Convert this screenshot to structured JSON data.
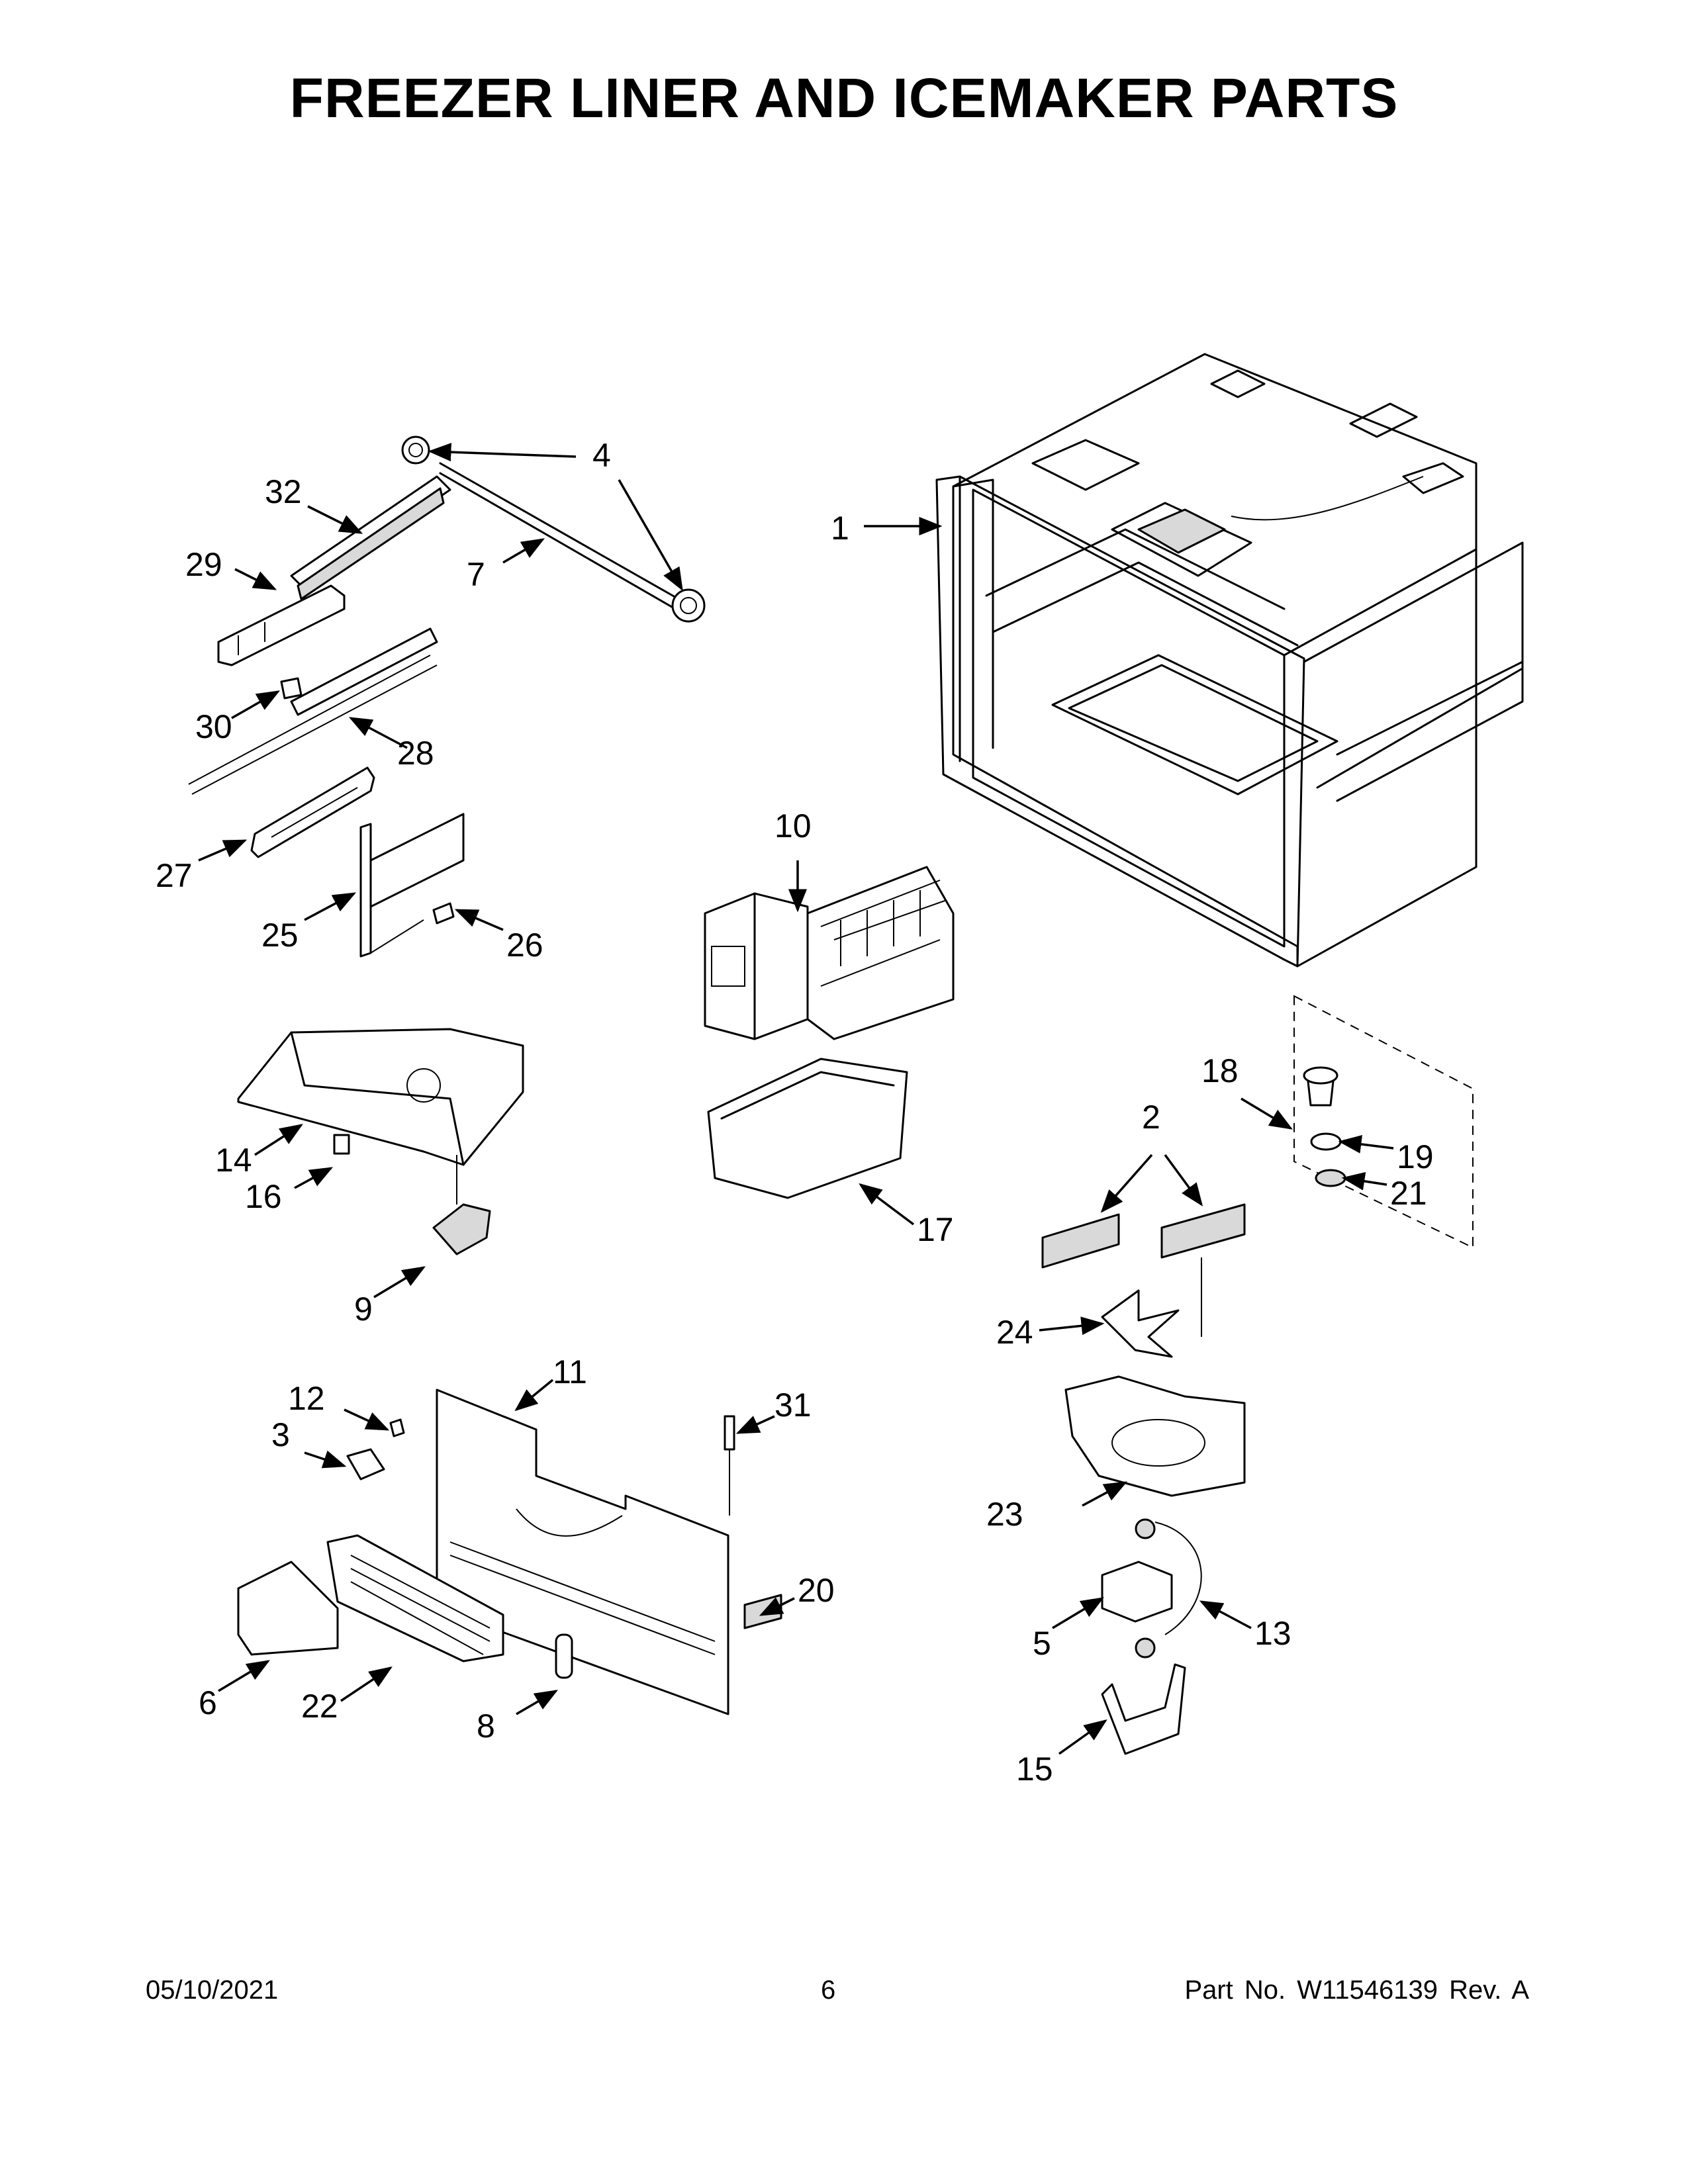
{
  "title": "FREEZER LINER AND ICEMAKER PARTS",
  "footer": {
    "date": "05/10/2021",
    "page": "6",
    "part": "Part No.  W11546139  Rev.  A"
  },
  "callouts": [
    "1",
    "2",
    "3",
    "4",
    "5",
    "6",
    "7",
    "8",
    "9",
    "10",
    "11",
    "12",
    "13",
    "14",
    "15",
    "16",
    "17",
    "18",
    "19",
    "20",
    "21",
    "22",
    "23",
    "24",
    "25",
    "26",
    "27",
    "28",
    "29",
    "30",
    "31",
    "32"
  ]
}
